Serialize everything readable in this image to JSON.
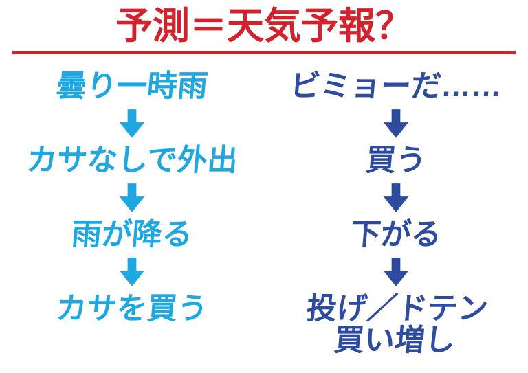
{
  "title": {
    "text": "予測＝天気予報？",
    "color": "#d1232e",
    "underline": true
  },
  "icons": {
    "down_arrow": "block-down-arrow"
  },
  "flows": [
    {
      "name": "weather-forecast-flow",
      "color": "#1fa7e1",
      "steps": [
        "曇り一時雨",
        "カサなしで外出",
        "雨が降る",
        "カサを買う"
      ]
    },
    {
      "name": "market-trading-flow",
      "color": "#2e4c9f",
      "steps": [
        "ビミョーだ……",
        "買う",
        "下がる",
        "投げ／ドテン\n買い増し"
      ]
    }
  ]
}
